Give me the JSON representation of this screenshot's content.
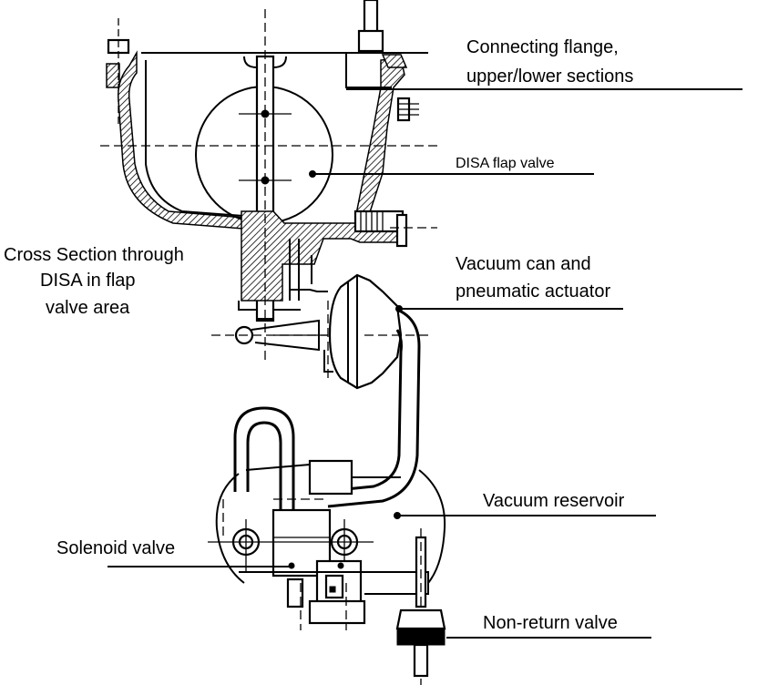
{
  "labels": {
    "connecting_flange_line1": "Connecting  flange,",
    "connecting_flange_line2": "upper/lower  sections",
    "disa_flap_valve": "DISA flap valve",
    "cross_section_line1": "Cross Section through",
    "cross_section_line2": "DISA  in  flap",
    "cross_section_line3": "valve   area",
    "vacuum_can_line1": "Vacuum  can and",
    "vacuum_can_line2": "pneumatic  actuator",
    "vacuum_reservoir": "Vacuum   reservoir",
    "solenoid_valve": "Solenoid   valve",
    "non_return_valve": "Non-return    valve"
  }
}
